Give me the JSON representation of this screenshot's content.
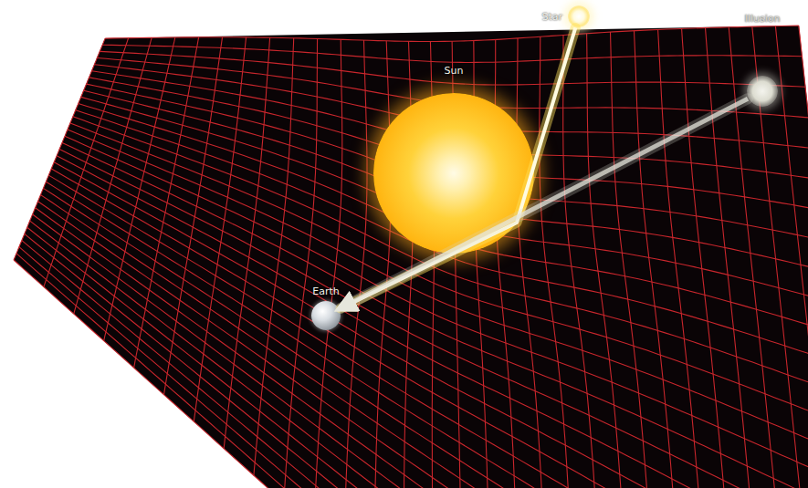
{
  "diagram": {
    "nodes": [
      {
        "text": [
          "Star"
        ]
      },
      {
        "text": [
          "Illusion"
        ]
      },
      {
        "text": [
          "Sun"
        ]
      },
      {
        "text": [
          "Earth"
        ]
      }
    ],
    "edges": [
      {
        "from": 0,
        "to": 3,
        "arrow": "to"
      },
      {
        "from": 1,
        "to": 3,
        "arrow": "to"
      }
    ]
  }
}
